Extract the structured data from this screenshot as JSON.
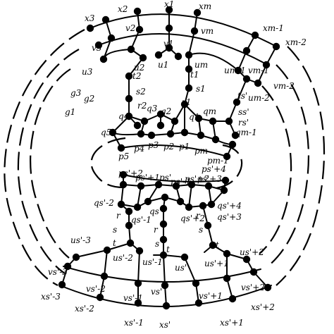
{
  "labels": {
    "x3": "x3",
    "x2": "x2",
    "x1": "x1",
    "xm": "xm",
    "xm1": "xm-1",
    "xm2": "xm-2",
    "v3": "v3",
    "v2": "v2",
    "v1": "v1",
    "vm": "vm",
    "vm1": "vm-1",
    "vm2": "vm-2",
    "u3": "u3",
    "u2": "u2",
    "u1": "u1",
    "um": "um",
    "um1": "um-1",
    "um2": "um-2",
    "t2": "t2",
    "t1": "t1",
    "ts": "ts'",
    "s2": "s2",
    "s1": "s1",
    "ss": "ss'",
    "r2": "r2",
    "r1": "r1",
    "rs": "rs'",
    "q5": "q5",
    "q4": "q4",
    "q3": "q3",
    "q2": "q2",
    "q1": "q1",
    "qm": "qm",
    "qm1": "qm-1",
    "p5": "p5",
    "p4": "p4",
    "p3": "p3",
    "p2": "p2",
    "p1": "p1",
    "pm": "pm",
    "pm1": "pm-1",
    "g3": "g3",
    "g2": "g2",
    "g1": "g1",
    "ps2": "ps'+2",
    "ps1": "ps'+1",
    "psp": "ps'",
    "psm1": "ps'-1",
    "psp2": "ps'+2",
    "psp3": "ps'+3",
    "psp4": "ps'+4",
    "qsm2": "qs'-2",
    "qsm1": "qs'-1",
    "qsp": "qs'",
    "qsp2": "qs'+2",
    "qsp3": "qs'+3",
    "qsp4": "qs'+4",
    "r_l": "r",
    "r_m": "r",
    "r_r": "r",
    "s_l": "s",
    "s_m": "s",
    "s_r": "s",
    "t_l": "t",
    "t_m": "t",
    "t_r": "t",
    "usm3": "us'-3",
    "usm2": "us'-2",
    "usm1": "us'-1",
    "usp": "us'",
    "usp1": "us'+1",
    "usp2": "us'+2",
    "vsm3": "vs'-3",
    "vsm2": "vs'-2",
    "vsm1": "vs'-1",
    "vsp": "vs'",
    "vsp1": "vs'+1",
    "vsp2": "vs'+2",
    "xsm3": "xs'-3",
    "xsm2": "xs'-2",
    "xsm1": "xs'-1",
    "xsp": "xs'",
    "xsp1": "xs'+1",
    "xsp2": "xs'+2"
  }
}
